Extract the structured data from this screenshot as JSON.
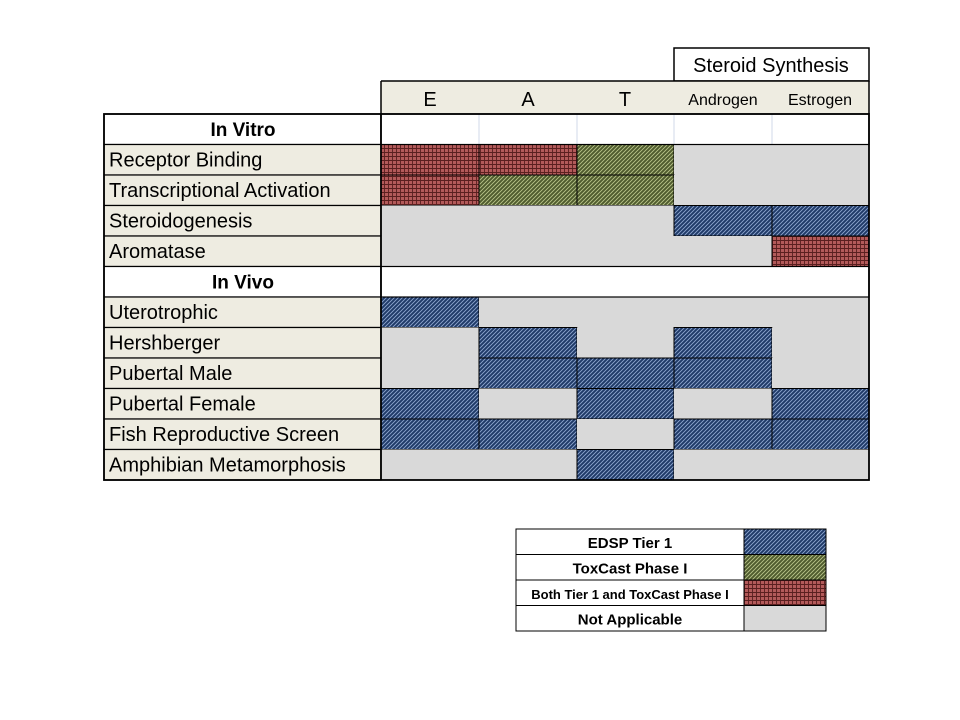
{
  "chart_data": {
    "type": "table",
    "top_header": "Steroid Synthesis",
    "columns": [
      "E",
      "A",
      "T",
      "Androgen",
      "Estrogen"
    ],
    "rows": [
      {
        "label": "In Vitro",
        "section": true,
        "cells": [
          "blank",
          "blank",
          "blank",
          "blank",
          "blank"
        ]
      },
      {
        "label": "Receptor Binding",
        "section": false,
        "cells": [
          "both",
          "both",
          "toxcast",
          "na",
          "na"
        ]
      },
      {
        "label": "Transcriptional Activation",
        "section": false,
        "cells": [
          "both",
          "toxcast",
          "toxcast",
          "na",
          "na"
        ]
      },
      {
        "label": "Steroidogenesis",
        "section": false,
        "cells": [
          "na",
          "na",
          "na",
          "edsp",
          "edsp"
        ]
      },
      {
        "label": "Aromatase",
        "section": false,
        "cells": [
          "na",
          "na",
          "na",
          "na",
          "both"
        ]
      },
      {
        "label": "In Vivo",
        "section": true,
        "cells": [
          "blank",
          "blank",
          "blank",
          "blank",
          "blank"
        ]
      },
      {
        "label": "Uterotrophic",
        "section": false,
        "cells": [
          "edsp",
          "na",
          "na",
          "na",
          "na"
        ]
      },
      {
        "label": "Hershberger",
        "section": false,
        "cells": [
          "na",
          "edsp",
          "na",
          "edsp",
          "na"
        ]
      },
      {
        "label": "Pubertal Male",
        "section": false,
        "cells": [
          "na",
          "edsp",
          "edsp",
          "edsp",
          "na"
        ]
      },
      {
        "label": "Pubertal Female",
        "section": false,
        "cells": [
          "edsp",
          "na",
          "edsp",
          "na",
          "edsp"
        ]
      },
      {
        "label": "Fish Reproductive Screen",
        "section": false,
        "cells": [
          "edsp",
          "edsp",
          "na",
          "edsp",
          "edsp"
        ]
      },
      {
        "label": "Amphibian Metamorphosis",
        "section": false,
        "cells": [
          "na",
          "na",
          "edsp",
          "na",
          "na"
        ]
      }
    ],
    "legend": [
      {
        "key": "edsp",
        "label": "EDSP Tier 1"
      },
      {
        "key": "toxcast",
        "label": "ToxCast Phase I"
      },
      {
        "key": "both",
        "label": "Both Tier 1 and ToxCast Phase I"
      },
      {
        "key": "na",
        "label": "Not Applicable"
      }
    ],
    "colors": {
      "edsp": "#1f3a68",
      "toxcast": "#5f6e3a",
      "both": "#a94f4f",
      "na": "#d9d9d9",
      "label_bg": "#eeece1"
    }
  }
}
